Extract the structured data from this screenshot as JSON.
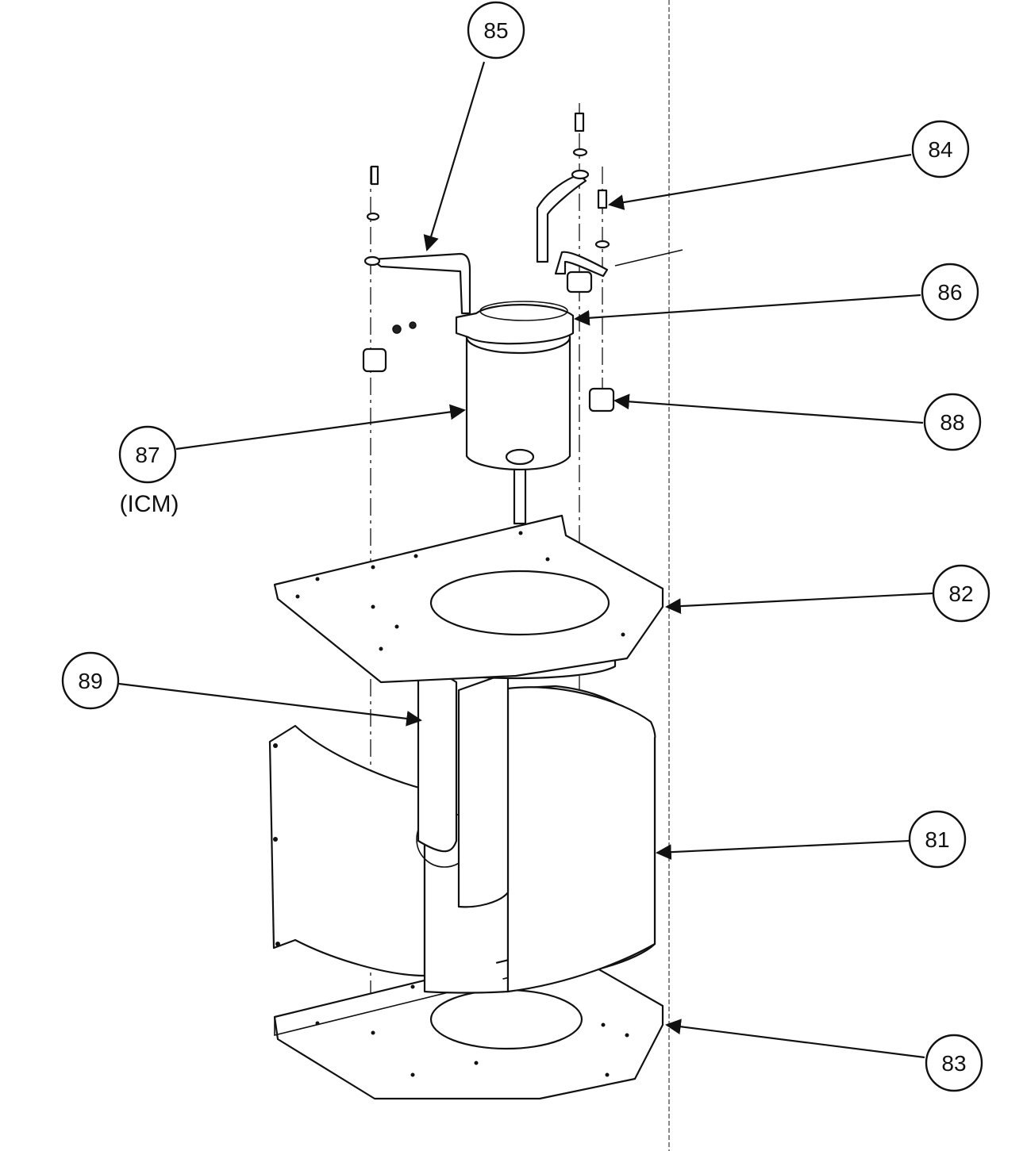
{
  "diagram": {
    "callouts": [
      {
        "id": "81",
        "label": "81"
      },
      {
        "id": "82",
        "label": "82"
      },
      {
        "id": "83",
        "label": "83"
      },
      {
        "id": "84",
        "label": "84"
      },
      {
        "id": "85",
        "label": "85"
      },
      {
        "id": "86",
        "label": "86"
      },
      {
        "id": "87",
        "label": "87",
        "sublabel": "(ICM)"
      },
      {
        "id": "88",
        "label": "88"
      },
      {
        "id": "89",
        "label": "89"
      }
    ],
    "colors": {
      "line": "#111111",
      "background": "#ffffff"
    }
  }
}
